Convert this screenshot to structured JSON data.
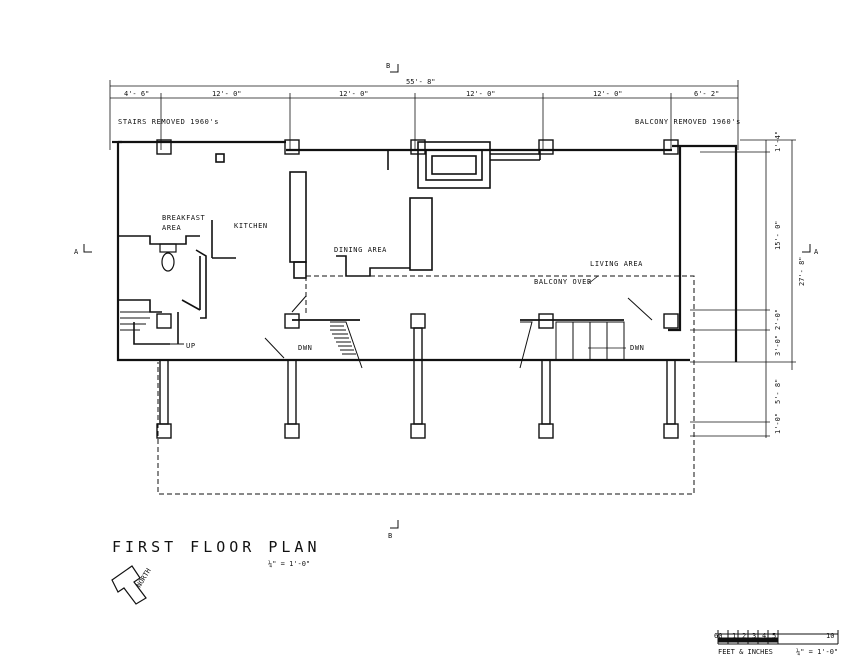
{
  "sheet": {
    "title": "FIRST FLOOR PLAN",
    "scale": "¼\" = 1'-0\"",
    "north": "NORTH"
  },
  "section_marks": {
    "top": "B",
    "bottom": "B",
    "left": "A",
    "right": "A"
  },
  "dimensions": {
    "overall_width": "55'- 8\"",
    "bays": [
      "4'- 6\"",
      "12'- 0\"",
      "12'- 0\"",
      "12'- 0\"",
      "12'- 0\"",
      "6'- 2\""
    ],
    "overall_depth": "27'- 8\"",
    "right_chain": [
      "1'-4\"",
      "15'- 0\"",
      "2'-0\"",
      "3'-0\"",
      "5'- 8\"",
      "1'-0\""
    ]
  },
  "notes": {
    "stairs_removed": "STAIRS  REMOVED  1960's",
    "balcony_removed": "BALCONY  REMOVED  1960's",
    "balcony_over": "BALCONY  OVER"
  },
  "rooms": {
    "breakfast_line1": "BREAKFAST",
    "breakfast_line2": "AREA",
    "kitchen": "KITCHEN",
    "dining": "DINING  AREA",
    "living": "LIVING  AREA"
  },
  "stairs": {
    "up": "UP",
    "down_left": "DWN",
    "down_right": "DWN"
  },
  "scale_bar": {
    "ticks": [
      "60",
      "1",
      "2",
      "3",
      "4",
      "5",
      "10"
    ],
    "units": "FEET & INCHES",
    "scale": "¼\" = 1'-0\""
  }
}
